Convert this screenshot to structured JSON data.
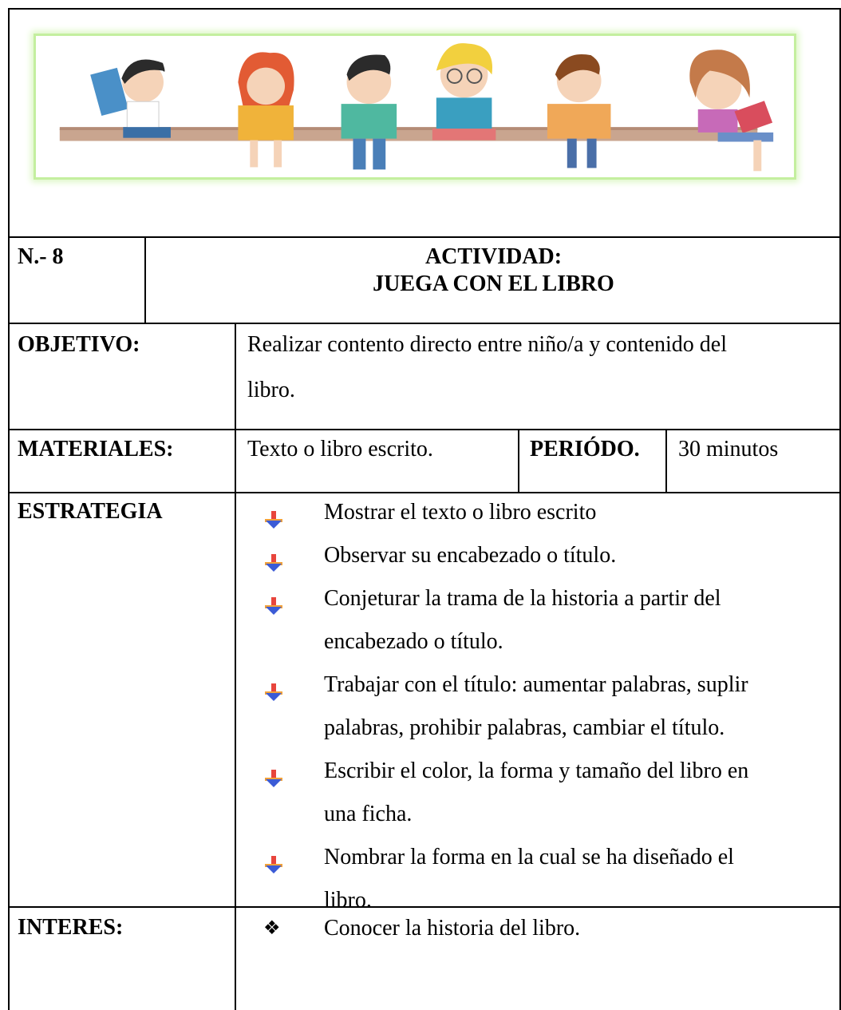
{
  "header": {
    "number_label": "N.- 8",
    "activity_label": "ACTIVIDAD:",
    "activity_title": "JUEGA CON EL LIBRO"
  },
  "objetivo": {
    "label": "OBJETIVO:",
    "text_line1": "Realizar contento directo entre niño/a y contenido del",
    "text_line2": "libro."
  },
  "materiales": {
    "label": "MATERIALES:",
    "text": "Texto o libro escrito.",
    "period_label": "PERIÓDO.",
    "period_value": "30 minutos"
  },
  "estrategia": {
    "label": "ESTRATEGIA",
    "items": [
      {
        "line1": "Mostrar el texto o libro escrito"
      },
      {
        "line1": "Observar su encabezado o título."
      },
      {
        "line1": "Conjeturar la trama de la  historia a partir del",
        "line2": "encabezado o título."
      },
      {
        "line1": "Trabajar con el título: aumentar palabras, suplir",
        "line2": "palabras, prohibir palabras, cambiar el título."
      },
      {
        "line1": "Escribir el color, la forma y tamaño del libro en",
        "line2": "una ficha."
      },
      {
        "line1": "Nombrar la forma en la cual se ha diseñado el",
        "line2": "libro."
      }
    ],
    "bullet_icon": "down-arrow-bullet-icon"
  },
  "interes": {
    "label": "INTERES:",
    "items": [
      "Conocer la historia del libro."
    ],
    "bullet_icon": "diamond-bullet-icon"
  },
  "banner": {
    "image": "children-reading-books-illustration",
    "border_color": "#c4ef9f"
  }
}
